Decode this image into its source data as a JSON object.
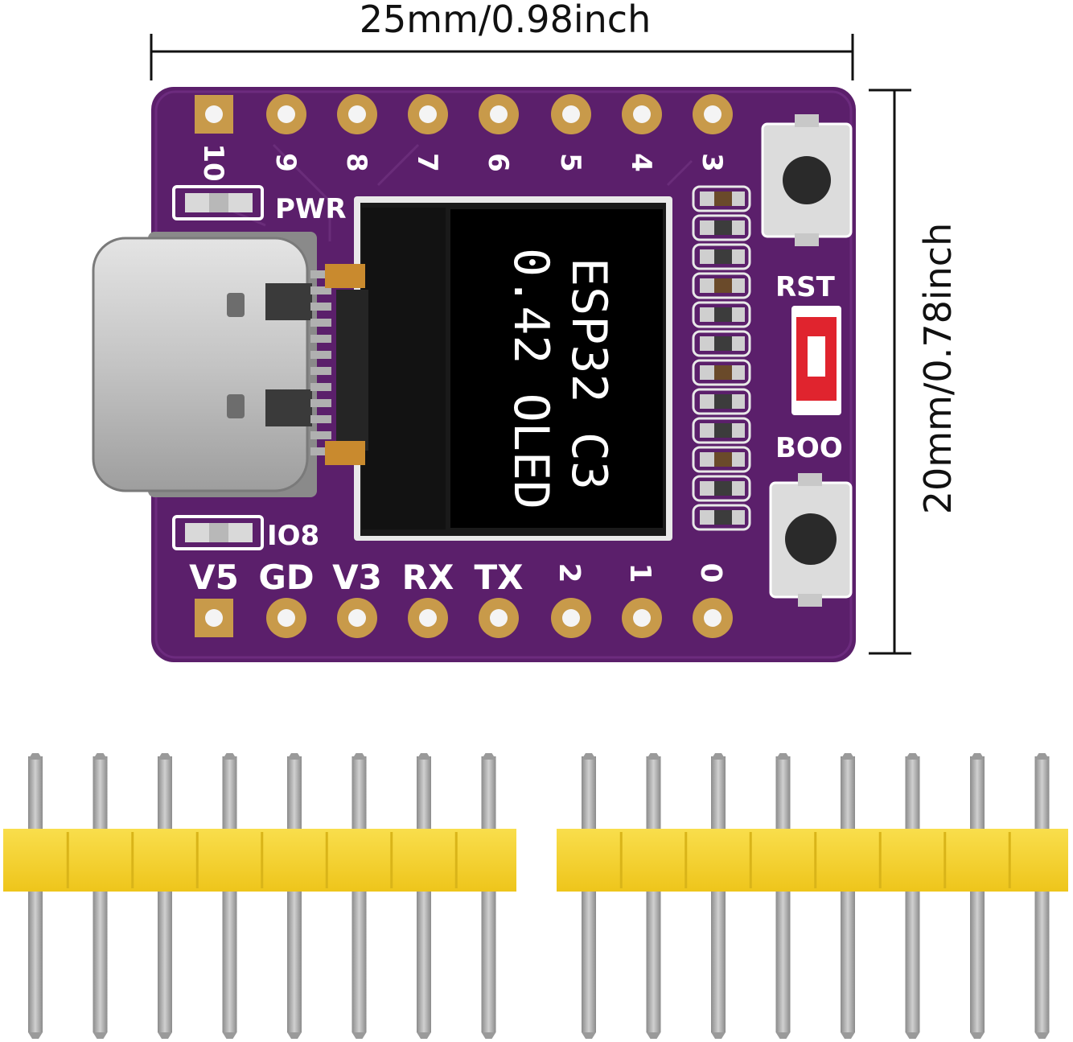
{
  "dimensions": {
    "width_label": "25mm/0.98inch",
    "height_label": "20mm/0.78inch"
  },
  "board": {
    "top_pin_labels": [
      "10",
      "9",
      "8",
      "7",
      "6",
      "5",
      "4",
      "3"
    ],
    "bottom_pin_labels": [
      "V5",
      "GD",
      "V3",
      "RX",
      "TX",
      "2",
      "1",
      "0"
    ],
    "pwr_label": "PWR",
    "io8_label": "IO8",
    "rst_label": "RST",
    "boot_label": "BOO",
    "oled_line1": "ESP32 C3",
    "oled_line2": "0.42 OLED"
  },
  "headers": {
    "strip_count": 2,
    "pins_per_strip": 8
  },
  "colors": {
    "pcb": "#5b1f6b",
    "header_plastic": "#f6d32a",
    "pin_metal": "#a9a9a9"
  }
}
